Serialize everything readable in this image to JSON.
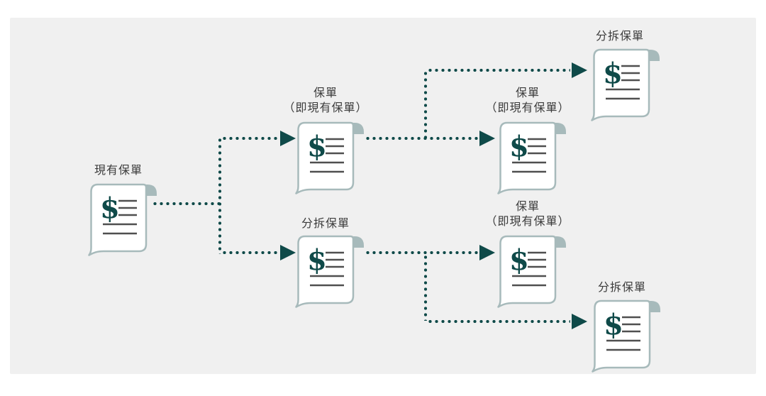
{
  "figure": {
    "type": "flow-diagram",
    "description": "Policy split diagram: an existing policy is split into a policy (the existing policy) and a split policy, each of which is split again"
  },
  "colors": {
    "page_bg": "#ffffff",
    "panel_bg": "#f0f0f0",
    "accent_teal": "#0f4a49",
    "doc_border": "#a7babb",
    "doc_fill": "#ffffff",
    "doc_text_lines": "#4f4f4f",
    "label_text": "#3c3c3c"
  },
  "icons": {
    "policy_document": "scroll-with-dollar-icon",
    "dollar_glyph": "$"
  },
  "nodes": [
    {
      "id": "existing-policy",
      "label_lines": [
        "現有保單"
      ]
    },
    {
      "id": "policy-mid",
      "label_lines": [
        "保單",
        "（即現有保單）"
      ]
    },
    {
      "id": "split-policy-mid",
      "label_lines": [
        "分拆保單"
      ]
    },
    {
      "id": "split-policy-top-right",
      "label_lines": [
        "分拆保單"
      ]
    },
    {
      "id": "policy-right-upper",
      "label_lines": [
        "保單",
        "（即現有保單）"
      ]
    },
    {
      "id": "policy-right-lower",
      "label_lines": [
        "保單",
        "（即現有保單）"
      ]
    },
    {
      "id": "split-policy-bottom-right",
      "label_lines": [
        "分拆保單"
      ]
    }
  ],
  "edges": [
    {
      "from": "existing-policy",
      "to": "policy-mid",
      "style": "dotted-arrow"
    },
    {
      "from": "existing-policy",
      "to": "split-policy-mid",
      "style": "dotted-arrow"
    },
    {
      "from": "policy-mid",
      "to": "split-policy-top-right",
      "style": "dotted-arrow"
    },
    {
      "from": "policy-mid",
      "to": "policy-right-upper",
      "style": "dotted-arrow"
    },
    {
      "from": "split-policy-mid",
      "to": "policy-right-lower",
      "style": "dotted-arrow"
    },
    {
      "from": "split-policy-mid",
      "to": "split-policy-bottom-right",
      "style": "dotted-arrow"
    }
  ]
}
